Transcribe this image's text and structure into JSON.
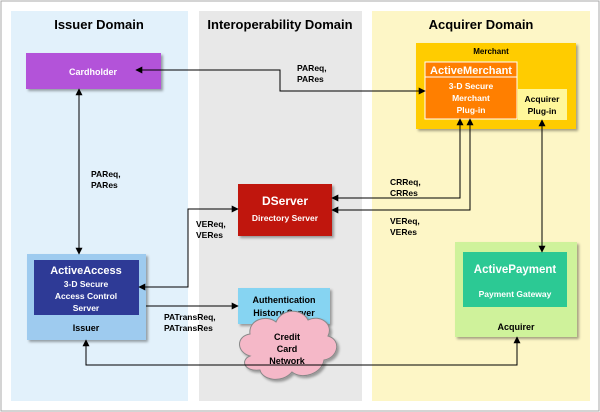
{
  "domains": {
    "issuer": "Issuer Domain",
    "interop": "Interoperability Domain",
    "acquirer": "Acquirer Domain"
  },
  "nodes": {
    "cardholder": "Cardholder",
    "merchant_group": "Merchant",
    "active_merchant": {
      "title": "ActiveMerchant",
      "line1": "3-D Secure",
      "line2": "Merchant",
      "line3": "Plug-in"
    },
    "acquirer_plugin": {
      "line1": "Acquirer",
      "line2": "Plug-in"
    },
    "dserver": {
      "title": "DServer",
      "subtitle": "Directory Server"
    },
    "active_access": {
      "title": "ActiveAccess",
      "line1": "3-D Secure",
      "line2": "Access Control",
      "line3": "Server"
    },
    "issuer_group": "Issuer",
    "auth_history": {
      "line1": "Authentication",
      "line2": "History Server"
    },
    "active_payment": {
      "title": "ActivePayment",
      "subtitle": "Payment Gateway"
    },
    "acquirer_group": "Acquirer",
    "card_network": {
      "line1": "Credit",
      "line2": "Card",
      "line3": "Network"
    }
  },
  "flows": {
    "pa_top": {
      "line1": "PAReq,",
      "line2": "PARes"
    },
    "pa_left": {
      "line1": "PAReq,",
      "line2": "PARes"
    },
    "cr": {
      "line1": "CRReq,",
      "line2": "CRRes"
    },
    "ve_right": {
      "line1": "VEReq,",
      "line2": "VERes"
    },
    "ve_left": {
      "line1": "VEReq,",
      "line2": "VERes"
    },
    "patrans": {
      "line1": "PATransReq,",
      "line2": "PATransRes"
    }
  },
  "colors": {
    "issuer_bg": "#e2f1fb",
    "interop_bg": "#e8e8e8",
    "acquirer_bg": "#fdf6c6",
    "cardholder": "#b353d9",
    "merchant": "#ffcc00",
    "active_merchant": "#ff7f00",
    "dserver": "#c0190c",
    "active_access": "#2e3a96",
    "issuer_group": "#9ecbef",
    "auth_history": "#86d4f2",
    "active_payment": "#2cc994",
    "acquirer_group": "#cff29b",
    "network": "#f5b8c8"
  }
}
